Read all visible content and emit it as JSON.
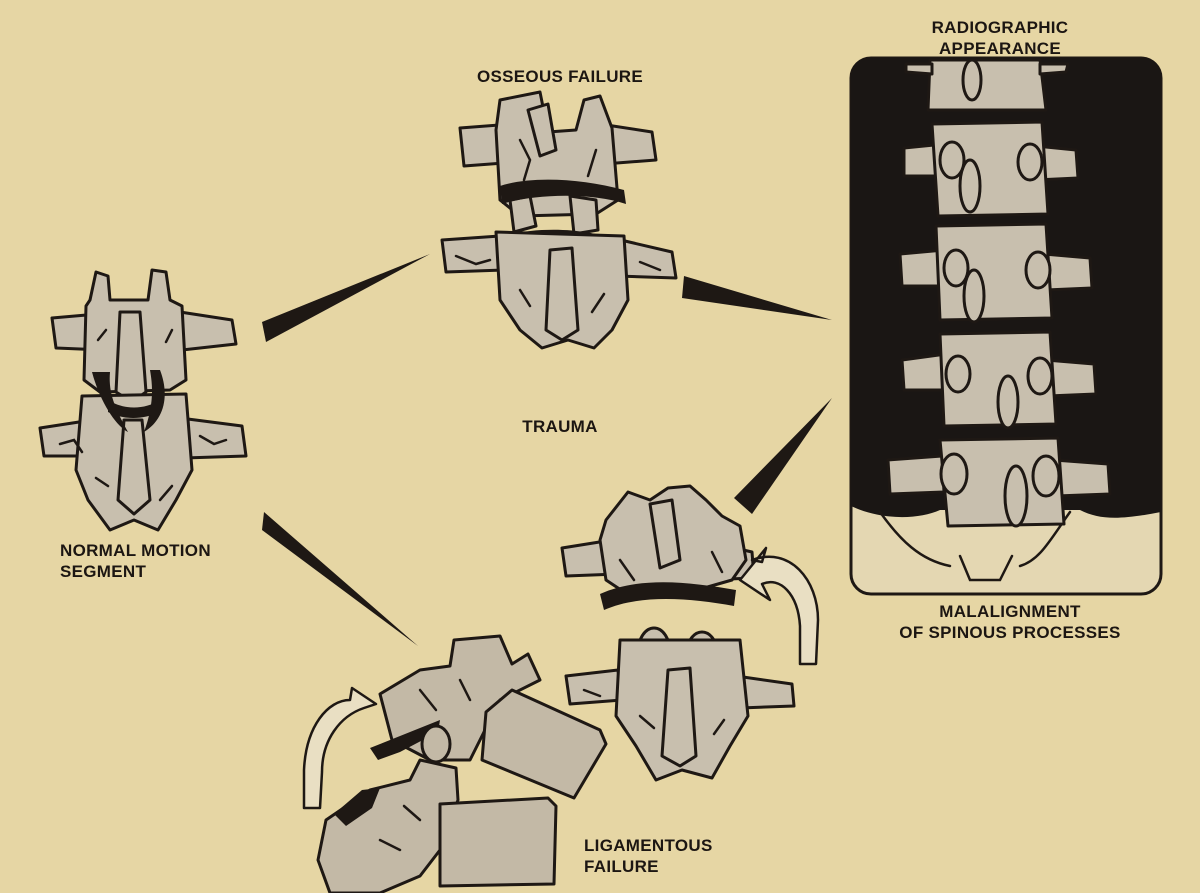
{
  "labels": {
    "radiographic": [
      "RADIOGRAPHIC",
      "APPEARANCE"
    ],
    "osseous": [
      "OSSEOUS FAILURE"
    ],
    "trauma": [
      "TRAUMA"
    ],
    "normal": [
      "NORMAL MOTION",
      "SEGMENT"
    ],
    "malalignment": [
      "MALALIGNMENT",
      "OF SPINOUS PROCESSES"
    ],
    "ligamentous": [
      "LIGAMENTOUS",
      "FAILURE"
    ]
  },
  "colors": {
    "background": "#e6d6a4",
    "bone": "#c8bfae",
    "ink": "#1e1814",
    "radiograph_dark": "#1a1614"
  }
}
